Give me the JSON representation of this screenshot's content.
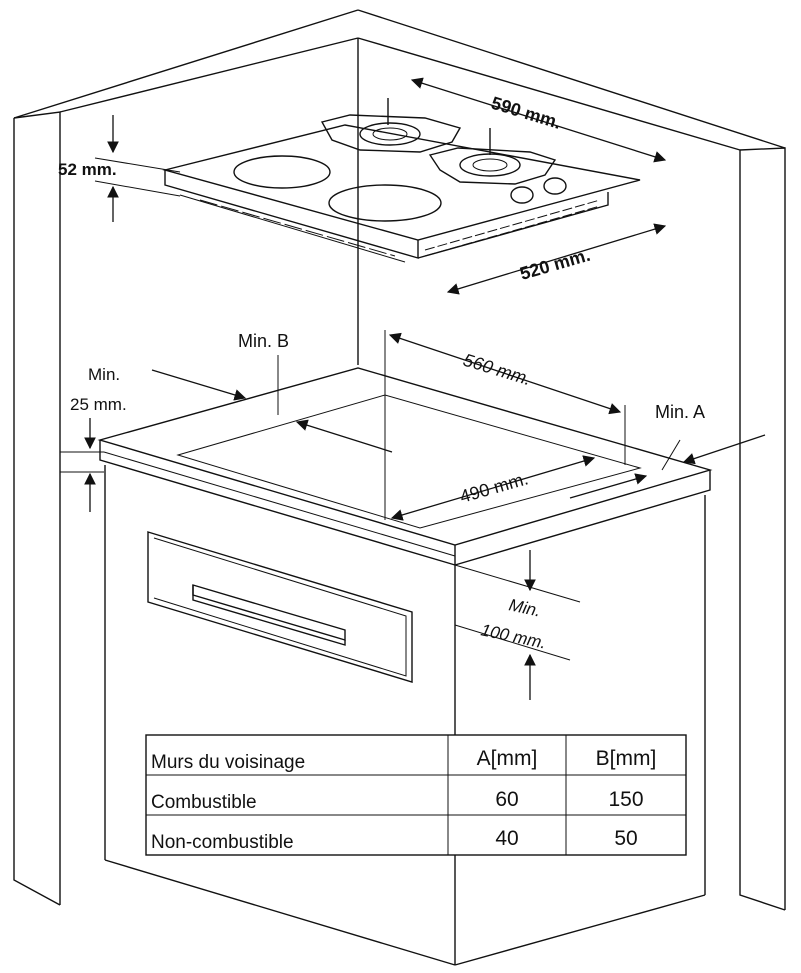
{
  "dimensions": {
    "width_label": "590 mm.",
    "depth_label": "520 mm.",
    "height_label": "52 mm.",
    "cutout_width_label": "560 mm.",
    "cutout_depth_label": "490 mm.",
    "min_b_label": "Min. B",
    "min_a_label": "Min. A",
    "min_25_line1": "Min.",
    "min_25_line2": "25 mm.",
    "min_100_line1": "Min.",
    "min_100_line2": "100 mm."
  },
  "table": {
    "headers": [
      "Murs du voisinage",
      "A[mm]",
      "B[mm]"
    ],
    "rows": [
      [
        "Combustible",
        "60",
        "150"
      ],
      [
        "Non-combustible",
        "40",
        "50"
      ]
    ]
  }
}
